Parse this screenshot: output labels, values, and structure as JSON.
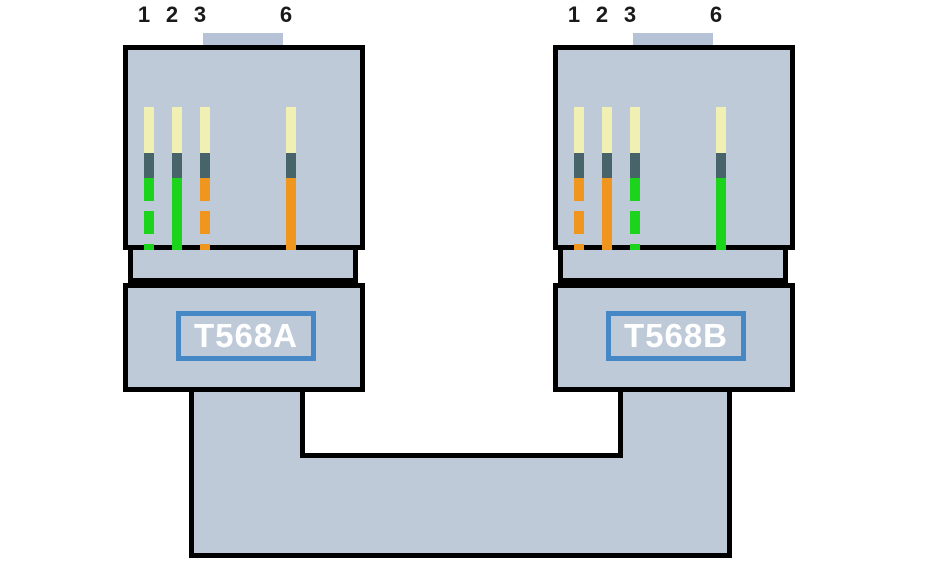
{
  "diagram": {
    "description": "Ethernet crossover cable wiring diagram",
    "pin_numbers_shown": [
      "1",
      "2",
      "3",
      "6"
    ]
  },
  "colors": {
    "body": "#bfcad9",
    "tab": "#b6c2d6",
    "outline": "#000000",
    "num": "#1a1a1a",
    "tip": "#f0f0b4",
    "collar": "#466469",
    "green": "#1bd41b",
    "orange": "#f0961e",
    "label_border": "#4688c6",
    "label_text": "#ffffff"
  },
  "connectors": [
    {
      "name": "left-connector",
      "label": "T568A",
      "pins": [
        {
          "number": "1",
          "wire": "green-white-striped",
          "style": "striped",
          "color": "#1bd41b"
        },
        {
          "number": "2",
          "wire": "green-solid",
          "style": "solid",
          "color": "#1bd41b"
        },
        {
          "number": "3",
          "wire": "orange-white-striped",
          "style": "striped",
          "color": "#f0961e"
        },
        {
          "number": "6",
          "wire": "orange-solid",
          "style": "solid",
          "color": "#f0961e"
        }
      ]
    },
    {
      "name": "right-connector",
      "label": "T568B",
      "pins": [
        {
          "number": "1",
          "wire": "orange-white-striped",
          "style": "striped",
          "color": "#f0961e"
        },
        {
          "number": "2",
          "wire": "orange-solid",
          "style": "solid",
          "color": "#f0961e"
        },
        {
          "number": "3",
          "wire": "green-white-striped",
          "style": "striped",
          "color": "#1bd41b"
        },
        {
          "number": "6",
          "wire": "green-solid",
          "style": "solid",
          "color": "#1bd41b"
        }
      ]
    }
  ]
}
